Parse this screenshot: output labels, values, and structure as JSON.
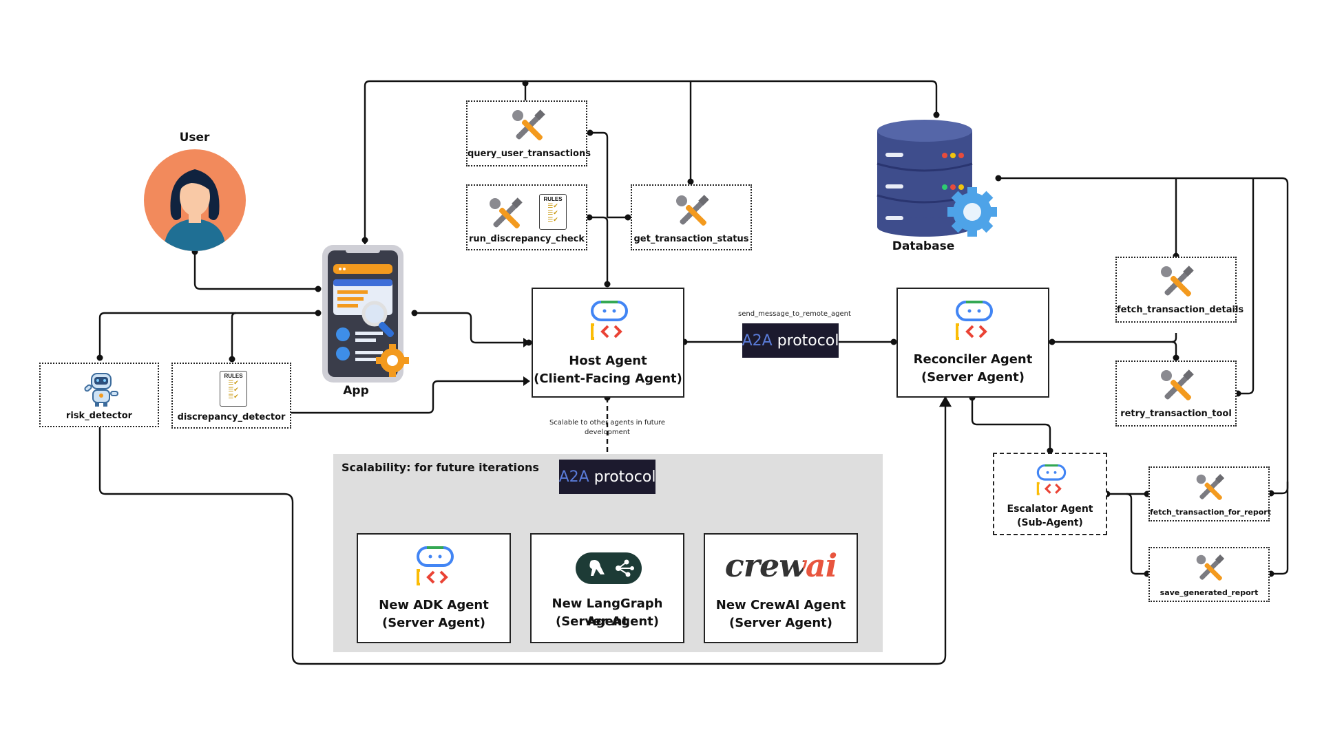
{
  "user": {
    "label": "User"
  },
  "app": {
    "label": "App"
  },
  "database": {
    "label": "Database"
  },
  "tools": {
    "query_user_transactions": "query_user_transactions",
    "run_discrepancy_check": "run_discrepancy_check",
    "get_transaction_status": "get_transaction_status",
    "risk_detector": "risk_detector",
    "discrepancy_detector": "discrepancy_detector",
    "fetch_transaction_details": "fetch_transaction_details",
    "retry_transaction_tool": "retry_transaction_tool",
    "fetch_transaction_for_report": "fetch_transaction_for_report",
    "save_generated_report": "save_generated_report"
  },
  "rules_text": "RULES",
  "host_agent": {
    "line1": "Host Agent",
    "line2": "(Client-Facing Agent)"
  },
  "reconciler_agent": {
    "line1": "Reconciler Agent",
    "line2": "(Server Agent)"
  },
  "escalator_agent": {
    "line1": "Escalator Agent",
    "line2": "(Sub-Agent)"
  },
  "send_message_label": "send_message_to_remote_agent",
  "a2a": {
    "prefix": "A2A",
    "word": "protocol"
  },
  "scalable_note": "Scalable to other agents in future development",
  "scalability": {
    "title": "Scalability: for future iterations",
    "agents": [
      {
        "line1": "New ADK Agent",
        "line2": "(Server Agent)"
      },
      {
        "line1": "New LangGraph Agent",
        "line2": "(Server Agent)"
      },
      {
        "line1": "New CrewAI Agent",
        "line2": "(Server Agent)"
      }
    ],
    "crewai_logo": "crewai"
  },
  "icons": [
    "user-avatar-icon",
    "mobile-app-icon",
    "database-icon",
    "gear-icon",
    "tools-icon",
    "rules-checklist-icon",
    "robot-icon",
    "adk-logo-icon",
    "langgraph-logo-icon",
    "crewai-logo"
  ],
  "colors": {
    "avatar_bg": "#f28a5c",
    "avatar_shirt": "#1f6f94",
    "db_blue": "#3e4d8c",
    "gear": "#4ea3e8",
    "tool_orange": "#f39a1e",
    "a2a_bg": "#1c1a2e",
    "panel_bg": "#dedede"
  }
}
